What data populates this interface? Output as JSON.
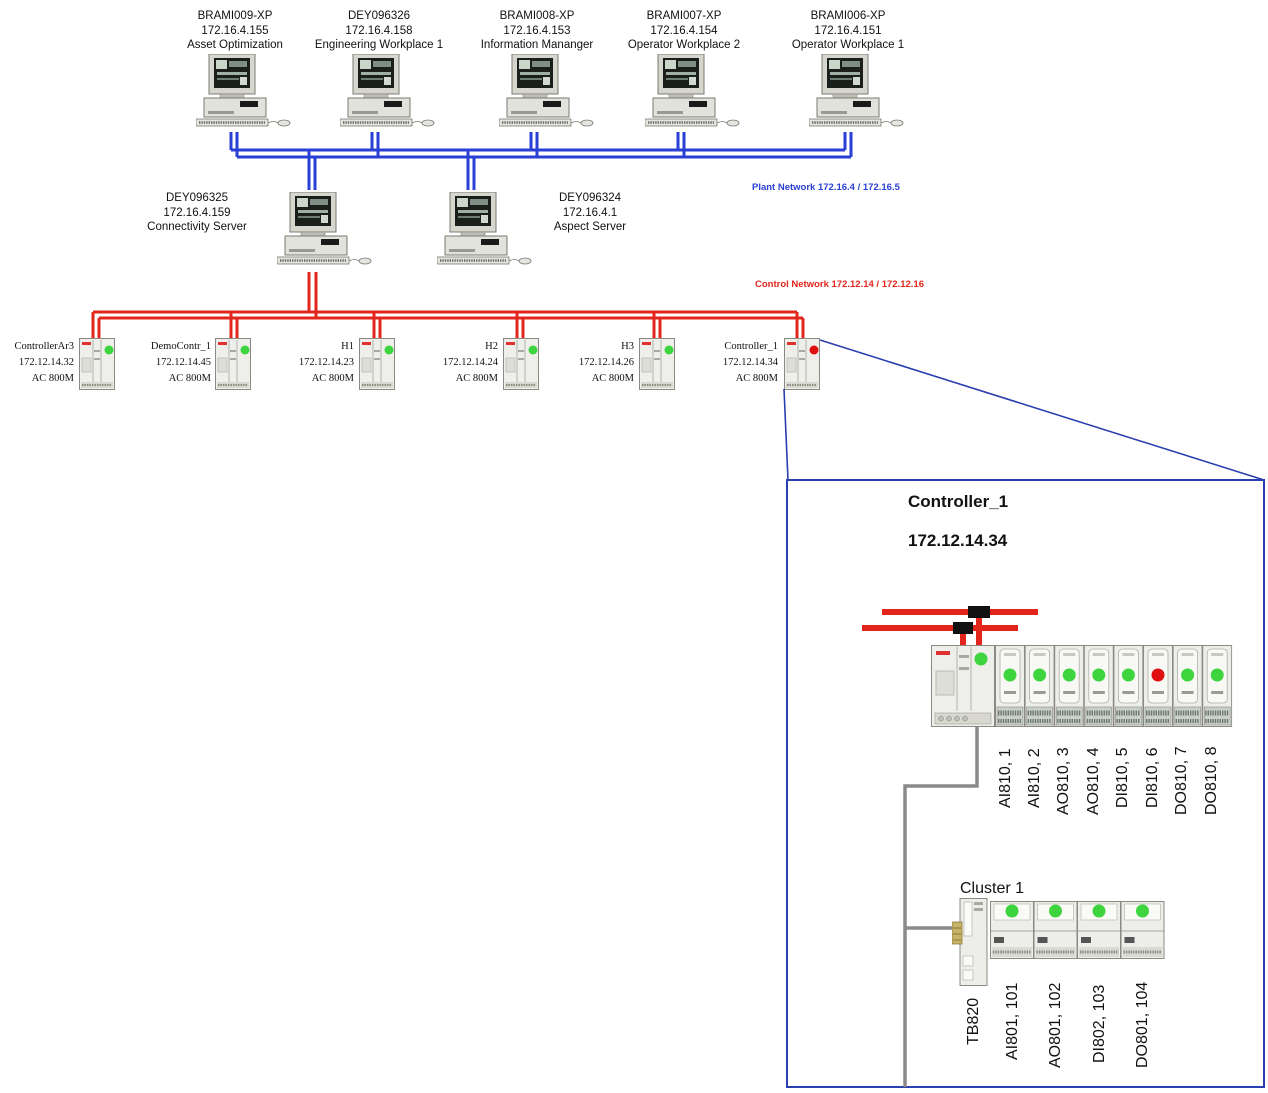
{
  "colors": {
    "plant_network": "#2a3fd6",
    "control_network": "#e3261c",
    "status_ok": "#3ed43e",
    "status_fault": "#e01010",
    "detail_frame": "#2a3fb0",
    "fieldbus": "#8a8a8a"
  },
  "workstations": [
    {
      "name": "BRAMI009-XP",
      "ip": "172.16.4.155",
      "role": "Asset Optimization"
    },
    {
      "name": "DEY096326",
      "ip": "172.16.4.158",
      "role": "Engineering Workplace 1"
    },
    {
      "name": "BRAMI008-XP",
      "ip": "172.16.4.153",
      "role": "Information Mananger"
    },
    {
      "name": "BRAMI007-XP",
      "ip": "172.16.4.154",
      "role": "Operator Workplace 2"
    },
    {
      "name": "BRAMI006-XP",
      "ip": "172.16.4.151",
      "role": "Operator Workplace 1"
    }
  ],
  "servers": [
    {
      "name": "DEY096325",
      "ip": "172.16.4.159",
      "role": "Connectivity Server"
    },
    {
      "name": "DEY096324",
      "ip": "172.16.4.1",
      "role": "Aspect Server"
    }
  ],
  "networks": {
    "plant": "Plant Network 172.16.4 / 172.16.5",
    "control": "Control Network 172.12.14 / 172.12.16"
  },
  "controllers": [
    {
      "name": "ControllerAr3",
      "ip": "172.12.14.32",
      "model": "AC 800M",
      "status": "ok"
    },
    {
      "name": "DemoContr_1",
      "ip": "172.12.14.45",
      "model": "AC 800M",
      "status": "ok"
    },
    {
      "name": "H1",
      "ip": "172.12.14.23",
      "model": "AC 800M",
      "status": "ok"
    },
    {
      "name": "H2",
      "ip": "172.12.14.24",
      "model": "AC 800M",
      "status": "ok"
    },
    {
      "name": "H3",
      "ip": "172.12.14.26",
      "model": "AC 800M",
      "status": "ok"
    },
    {
      "name": "Controller_1",
      "ip": "172.12.14.34",
      "model": "AC 800M",
      "status": "fault"
    }
  ],
  "detail": {
    "title": "Controller_1",
    "ip": "172.12.14.34",
    "io_modules": [
      {
        "label": "AI810, 1",
        "status": "ok"
      },
      {
        "label": "AI810, 2",
        "status": "ok"
      },
      {
        "label": "AO810, 3",
        "status": "ok"
      },
      {
        "label": "AO810, 4",
        "status": "ok"
      },
      {
        "label": "DI810, 5",
        "status": "ok"
      },
      {
        "label": "DI810, 6",
        "status": "fault"
      },
      {
        "label": "DO810, 7",
        "status": "ok"
      },
      {
        "label": "DO810, 8",
        "status": "ok"
      }
    ],
    "cluster": {
      "title": "Cluster 1",
      "adapter": "TB820",
      "modules": [
        {
          "label": "AI801, 101",
          "status": "ok"
        },
        {
          "label": "AO801, 102",
          "status": "ok"
        },
        {
          "label": "DI802, 103",
          "status": "ok"
        },
        {
          "label": "DO801, 104",
          "status": "ok"
        }
      ]
    }
  }
}
